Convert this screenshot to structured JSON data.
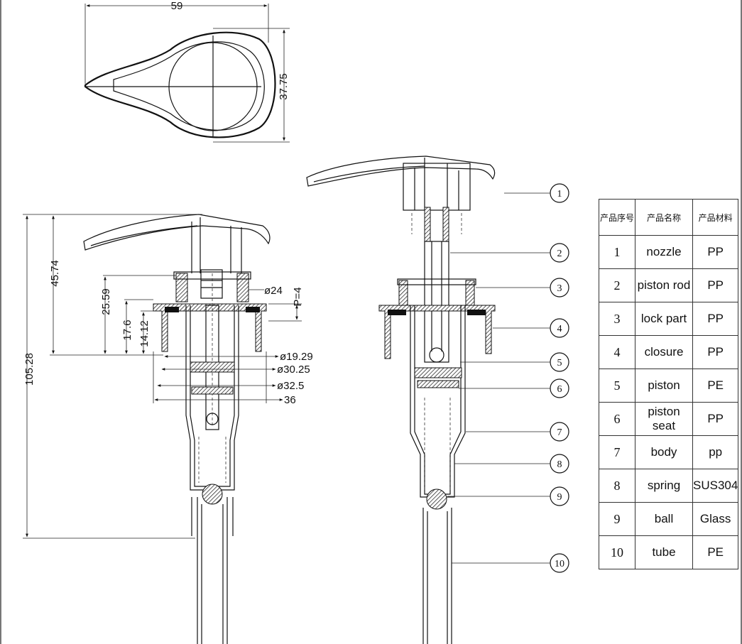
{
  "dimensions": {
    "top_width": "59",
    "top_height": "37.75",
    "height_45": "45.74",
    "height_25": "25.59",
    "height_17": "17.6",
    "height_14": "14.12",
    "total_height": "105.28",
    "dia_24": "ø24",
    "pitch": "P=4",
    "dia_19": "ø19.29",
    "dia_30": "ø30.25",
    "dia_32": "ø32.5",
    "width_36": "36"
  },
  "callouts": [
    "1",
    "2",
    "3",
    "4",
    "5",
    "6",
    "7",
    "8",
    "9",
    "10"
  ],
  "table": {
    "headers": [
      "产品序号",
      "产品名称",
      "产品材料"
    ],
    "rows": [
      {
        "no": "1",
        "name": "nozzle",
        "material": "PP"
      },
      {
        "no": "2",
        "name": "piston rod",
        "material": "PP"
      },
      {
        "no": "3",
        "name": "lock part",
        "material": "PP"
      },
      {
        "no": "4",
        "name": "closure",
        "material": "PP"
      },
      {
        "no": "5",
        "name": "piston",
        "material": "PE"
      },
      {
        "no": "6",
        "name": "piston seat",
        "material": "PP"
      },
      {
        "no": "7",
        "name": "body",
        "material": "pp"
      },
      {
        "no": "8",
        "name": "spring",
        "material": "SUS304"
      },
      {
        "no": "9",
        "name": "ball",
        "material": "Glass"
      },
      {
        "no": "10",
        "name": "tube",
        "material": "PE"
      }
    ]
  }
}
